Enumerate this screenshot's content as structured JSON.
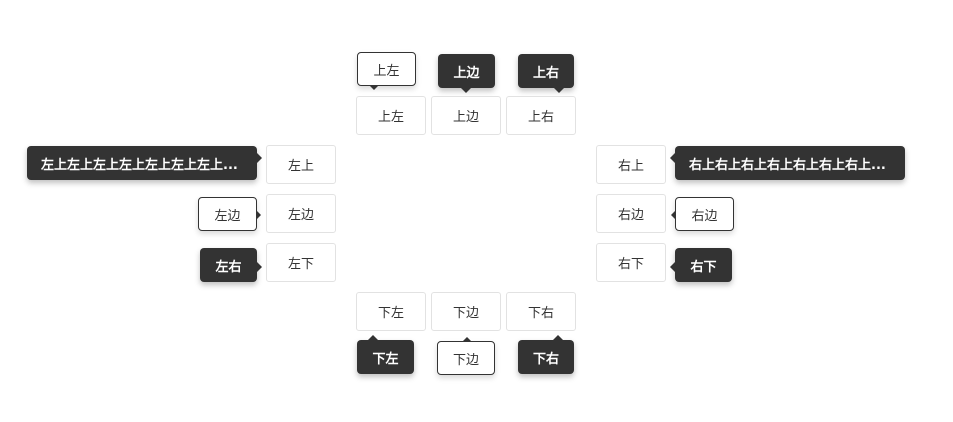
{
  "buttons": {
    "top_left": "上左",
    "top": "上边",
    "top_right": "上右",
    "left_top": "左上",
    "left": "左边",
    "left_bottom": "左下",
    "right_top": "右上",
    "right": "右边",
    "right_bottom": "右下",
    "bottom_left": "下左",
    "bottom": "下边",
    "bottom_right": "下右"
  },
  "tooltips": {
    "top_left": "上左",
    "top": "上边",
    "top_right": "上右",
    "left_top": "左上左上左上左上左上左上左上...",
    "left": "左边",
    "left_bottom": "左右",
    "right_top": "右上右上右上右上右上右上右上...",
    "right": "右边",
    "right_bottom": "右下",
    "bottom_left": "下左",
    "bottom": "下边",
    "bottom_right": "下右"
  },
  "colors": {
    "dark_tooltip": "#333333",
    "light_tooltip_border": "#333333",
    "button_border": "#e2e2e2"
  }
}
